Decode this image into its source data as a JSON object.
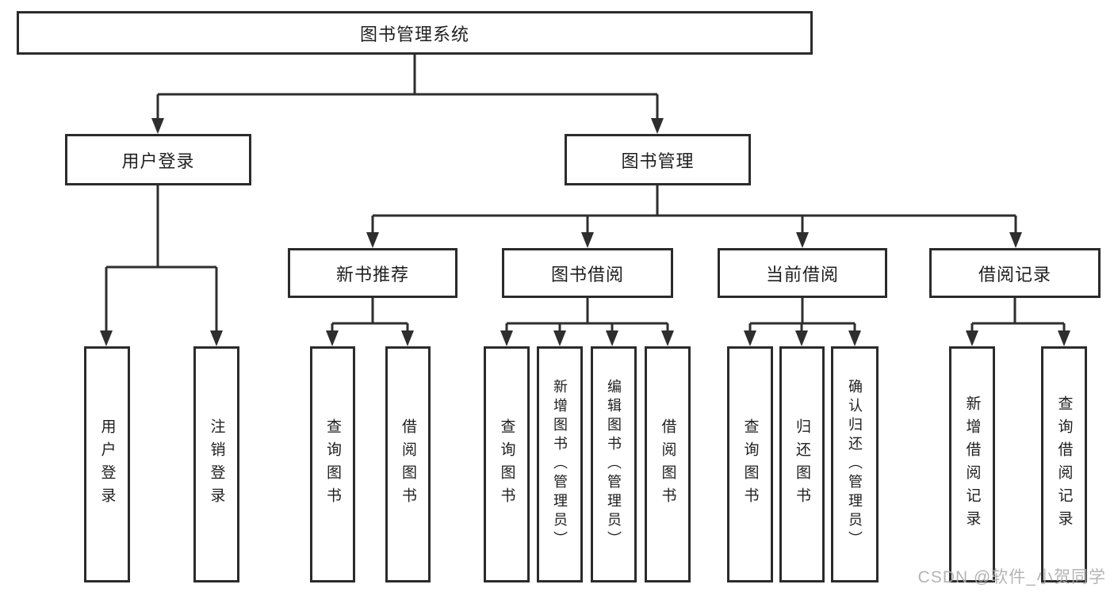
{
  "diagram": {
    "title": "图书管理系统",
    "branches": [
      {
        "label": "用户登录",
        "children": [
          {
            "label": "用户登录"
          },
          {
            "label": "注销登录"
          }
        ]
      },
      {
        "label": "图书管理",
        "children": [
          {
            "label": "新书推荐",
            "children": [
              {
                "label": "查询图书"
              },
              {
                "label": "借阅图书"
              }
            ]
          },
          {
            "label": "图书借阅",
            "children": [
              {
                "label": "查询图书"
              },
              {
                "label": "新增图书（管理员）"
              },
              {
                "label": "编辑图书（管理员）"
              },
              {
                "label": "借阅图书"
              }
            ]
          },
          {
            "label": "当前借阅",
            "children": [
              {
                "label": "查询图书"
              },
              {
                "label": "归还图书"
              },
              {
                "label": "确认归还（管理员）"
              }
            ]
          },
          {
            "label": "借阅记录",
            "children": [
              {
                "label": "新增借阅记录"
              },
              {
                "label": "查询借阅记录"
              }
            ]
          }
        ]
      }
    ]
  },
  "watermark": "CSDN @软件_小贺同学",
  "colors": {
    "line": "#2e2e2e",
    "box_border": "#2b2b2b",
    "text": "#1f1f1f",
    "watermark": "#aeaeae",
    "background": "#ffffff"
  }
}
